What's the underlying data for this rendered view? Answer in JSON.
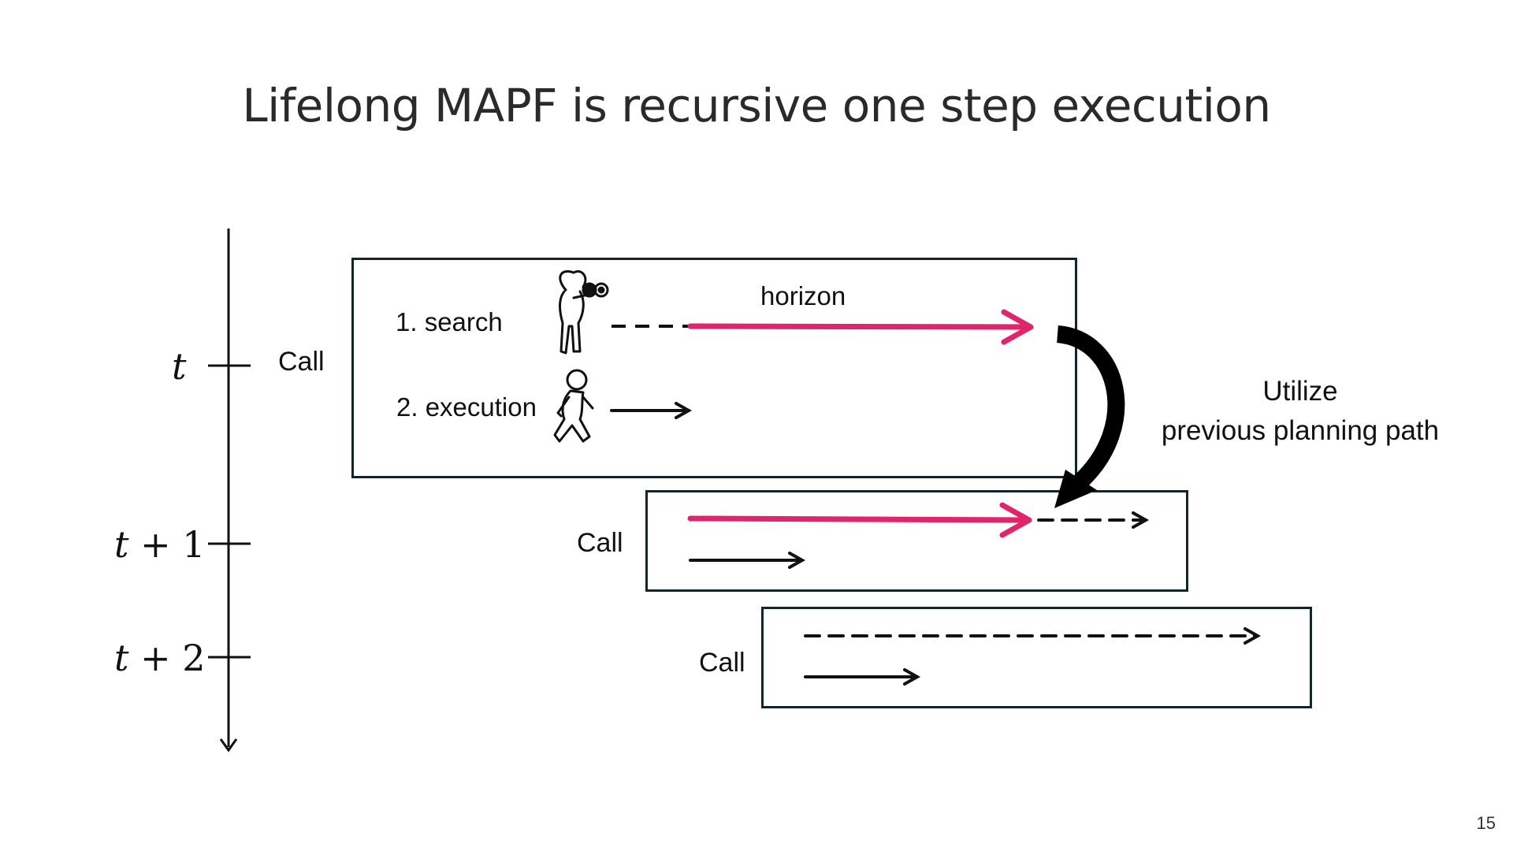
{
  "title": "Lifelong MAPF is recursive one step execution",
  "timeline": {
    "ticks": [
      {
        "var": "t",
        "rest": ""
      },
      {
        "var": "t",
        "rest": " + 1"
      },
      {
        "var": "t",
        "rest": " + 2"
      }
    ]
  },
  "calls": [
    {
      "label": "Call"
    },
    {
      "label": "Call"
    },
    {
      "label": "Call"
    }
  ],
  "first_call": {
    "step1": "1. search",
    "step2": "2. execution",
    "horizon": "horizon"
  },
  "icons": {
    "search": "binoculars-person-icon",
    "execution": "walking-person-icon"
  },
  "annotation": {
    "line1": "Utilize",
    "line2": "previous planning path"
  },
  "colors": {
    "planned_path": "#e0256a",
    "box_border": "#12242c",
    "arrow": "#111111"
  },
  "page_number": "15"
}
